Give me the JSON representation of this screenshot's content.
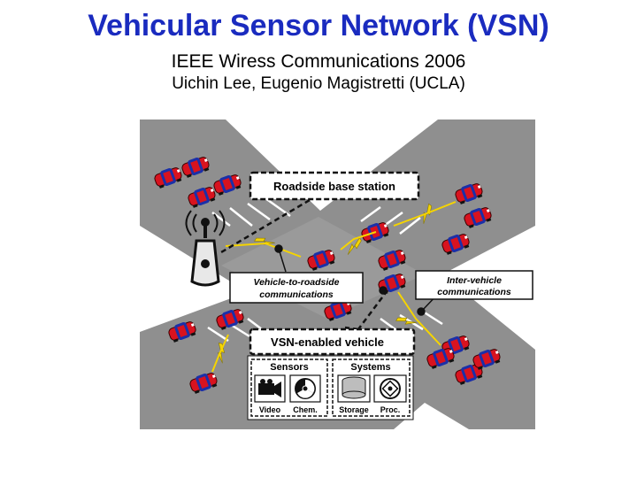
{
  "header": {
    "title": "Vehicular Sensor Network (VSN)",
    "subtitle": "IEEE Wiress Communications 2006",
    "authors": "Uichin Lee, Eugenio Magistretti (UCLA)"
  },
  "diagram": {
    "roadside_base_station": "Roadside base station",
    "v2r_line1": "Vehicle-to-roadside",
    "v2r_line2": "communications",
    "iv_line1": "Inter-vehicle",
    "iv_line2": "communications",
    "vsn_vehicle": "VSN-enabled vehicle",
    "sensors_title": "Sensors",
    "systems_title": "Systems",
    "video": "Video",
    "chem": "Chem.",
    "storage": "Storage",
    "proc": "Proc."
  },
  "colors": {
    "title": "#1a2bbf",
    "road": "#8f8f8f",
    "car_body": "#d8131f",
    "car_window": "#1b2fa8",
    "signal": "#f5d400"
  }
}
